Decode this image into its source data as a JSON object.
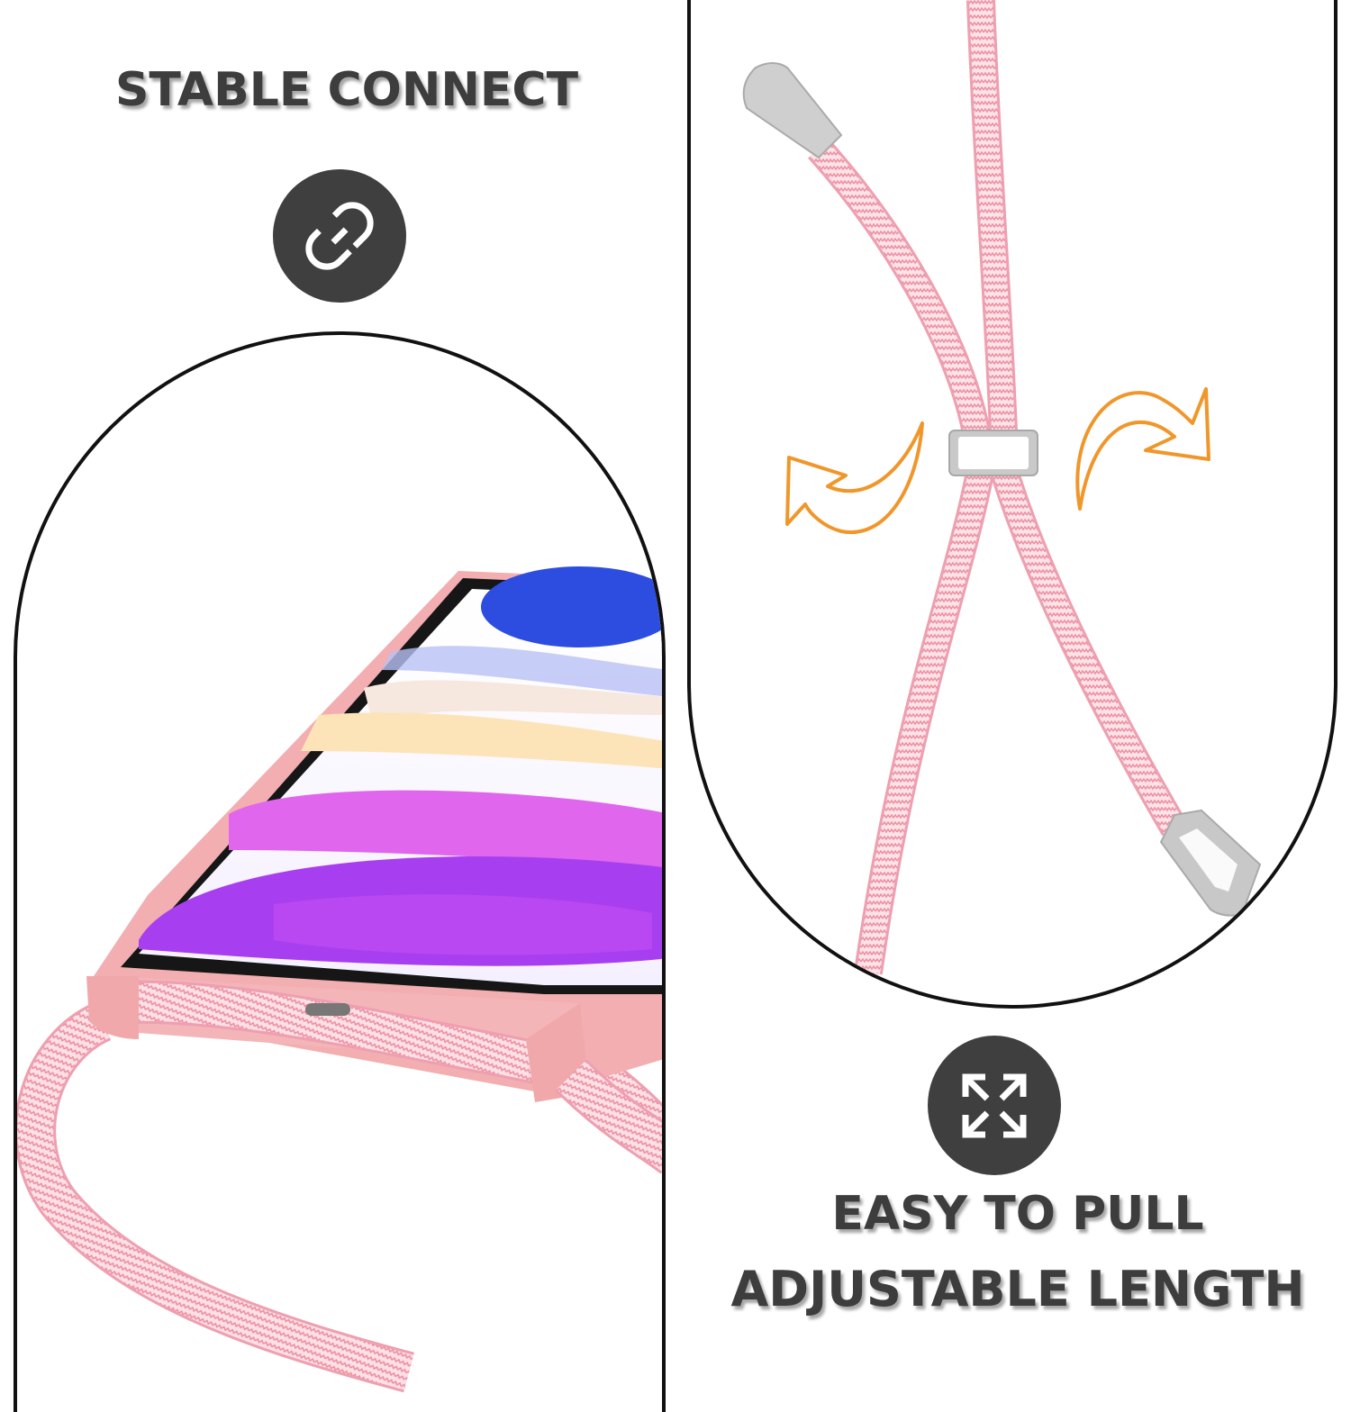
{
  "features": {
    "left": {
      "title": "STABLE CONNECT",
      "icon": "link-icon"
    },
    "right": {
      "title_line1": "EASY TO PULL",
      "title_line2": "ADJUSTABLE LENGTH",
      "icon": "expand-arrows-icon"
    }
  },
  "colors": {
    "text": "#3d3d3d",
    "badge": "#3f3f3f",
    "outline": "#111111",
    "case_pink": "#f2aeb0",
    "cord_pink": "#f4a5b5",
    "arrow_orange": "#f0962a",
    "metal": "#c8c8c8"
  }
}
